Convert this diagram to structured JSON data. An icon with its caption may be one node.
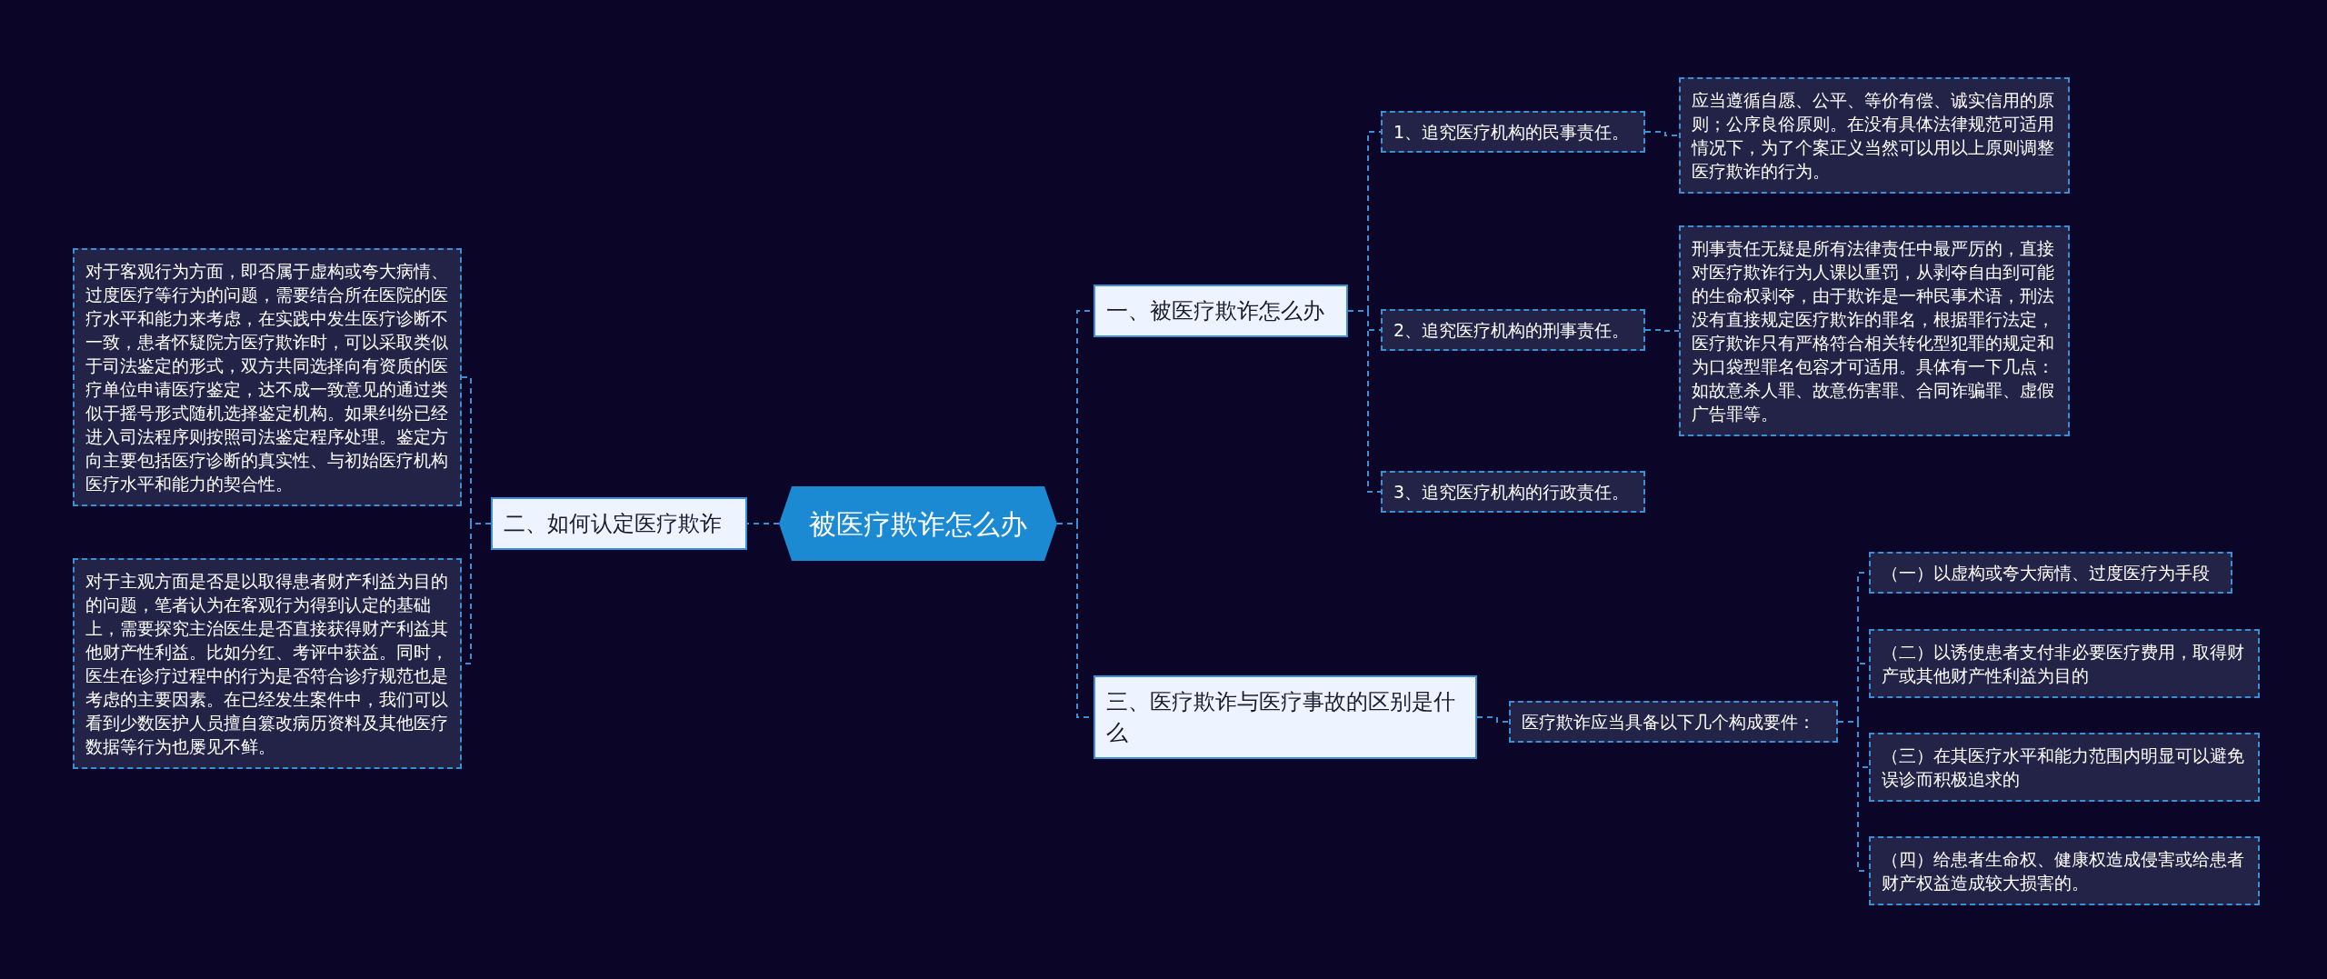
{
  "diagram": {
    "nodes": [
      {
        "text": [
          "被医疗欺诈怎么办"
        ]
      },
      {
        "text": [
          "一、被医疗欺诈怎么办"
        ]
      },
      {
        "text": [
          "1、追究医疗机构的民事责任。"
        ]
      },
      {
        "text": [
          "应当遵循自愿、公平、等价有偿、诚实信用的原则；公序良俗原则。在没有具体法律规范可适用情况下，为了个案正义当然可以用以上原则调整医疗欺诈的行为。"
        ]
      },
      {
        "text": [
          "2、追究医疗机构的刑事责任。"
        ]
      },
      {
        "text": [
          "刑事责任无疑是所有法律责任中最严厉的，直接对医疗欺诈行为人课以重罚，从剥夺自由到可能的生命权剥夺，由于欺诈是一种民事术语，刑法没有直接规定医疗欺诈的罪名，根据罪行法定，医疗欺诈只有严格符合相关转化型犯罪的规定和为口袋型罪名包容才可适用。具体有一下几点：如故意杀人罪、故意伤害罪、合同诈骗罪、虚假广告罪等。"
        ]
      },
      {
        "text": [
          "3、追究医疗机构的行政责任。"
        ]
      },
      {
        "text": [
          "二、如何认定医疗欺诈"
        ]
      },
      {
        "text": [
          "对于客观行为方面，即否属于虚构或夸大病情、过度医疗等行为的问题，需要结合所在医院的医疗水平和能力来考虑，在实践中发生医疗诊断不一致，患者怀疑院方医疗欺诈时，可以采取类似于司法鉴定的形式，双方共同选择向有资质的医疗单位申请医疗鉴定，达不成一致意见的通过类似于摇号形式随机选择鉴定机构。如果纠纷已经进入司法程序则按照司法鉴定程序处理。鉴定方向主要包括医疗诊断的真实性、与初始医疗机构医疗水平和能力的契合性。"
        ]
      },
      {
        "text": [
          "对于主观方面是否是以取得患者财产利益为目的的问题，笔者认为在客观行为得到认定的基础上，需要探究主治医生是否直接获得财产利益其他财产性利益。比如分红、考评中获益。同时，医生在诊疗过程中的行为是否符合诊疗规范也是考虑的主要因素。在已经发生案件中，我们可以看到少数医护人员擅自篡改病历资料及其他医疗数据等行为也屡见不鲜。"
        ]
      },
      {
        "text": [
          "三、医疗欺诈与医疗事故的区别是什么"
        ]
      },
      {
        "text": [
          "医疗欺诈应当具备以下几个构成要件："
        ]
      },
      {
        "text": [
          "（一）以虚构或夸大病情、过度医疗为手段"
        ]
      },
      {
        "text": [
          "（二）以诱使患者支付非必要医疗费用，取得财产或其他财产性利益为目的"
        ]
      },
      {
        "text": [
          "（三）在其医疗水平和能力范围内明显可以避免误诊而积极追求的"
        ]
      },
      {
        "text": [
          "（四）给患者生命权、健康权造成侵害或给患者财产权益造成较大损害的。"
        ]
      }
    ],
    "edges": [
      {
        "from": 0,
        "to": 1,
        "arrow": "none"
      },
      {
        "from": 1,
        "to": 2,
        "arrow": "none"
      },
      {
        "from": 2,
        "to": 3,
        "arrow": "none"
      },
      {
        "from": 1,
        "to": 4,
        "arrow": "none"
      },
      {
        "from": 4,
        "to": 5,
        "arrow": "none"
      },
      {
        "from": 1,
        "to": 6,
        "arrow": "none"
      },
      {
        "from": 0,
        "to": 7,
        "arrow": "none"
      },
      {
        "from": 7,
        "to": 8,
        "arrow": "none"
      },
      {
        "from": 7,
        "to": 9,
        "arrow": "none"
      },
      {
        "from": 0,
        "to": 10,
        "arrow": "none"
      },
      {
        "from": 10,
        "to": 11,
        "arrow": "none"
      },
      {
        "from": 11,
        "to": 12,
        "arrow": "none"
      },
      {
        "from": 11,
        "to": 13,
        "arrow": "none"
      },
      {
        "from": 11,
        "to": 14,
        "arrow": "none"
      },
      {
        "from": 11,
        "to": 15,
        "arrow": "none"
      }
    ]
  }
}
